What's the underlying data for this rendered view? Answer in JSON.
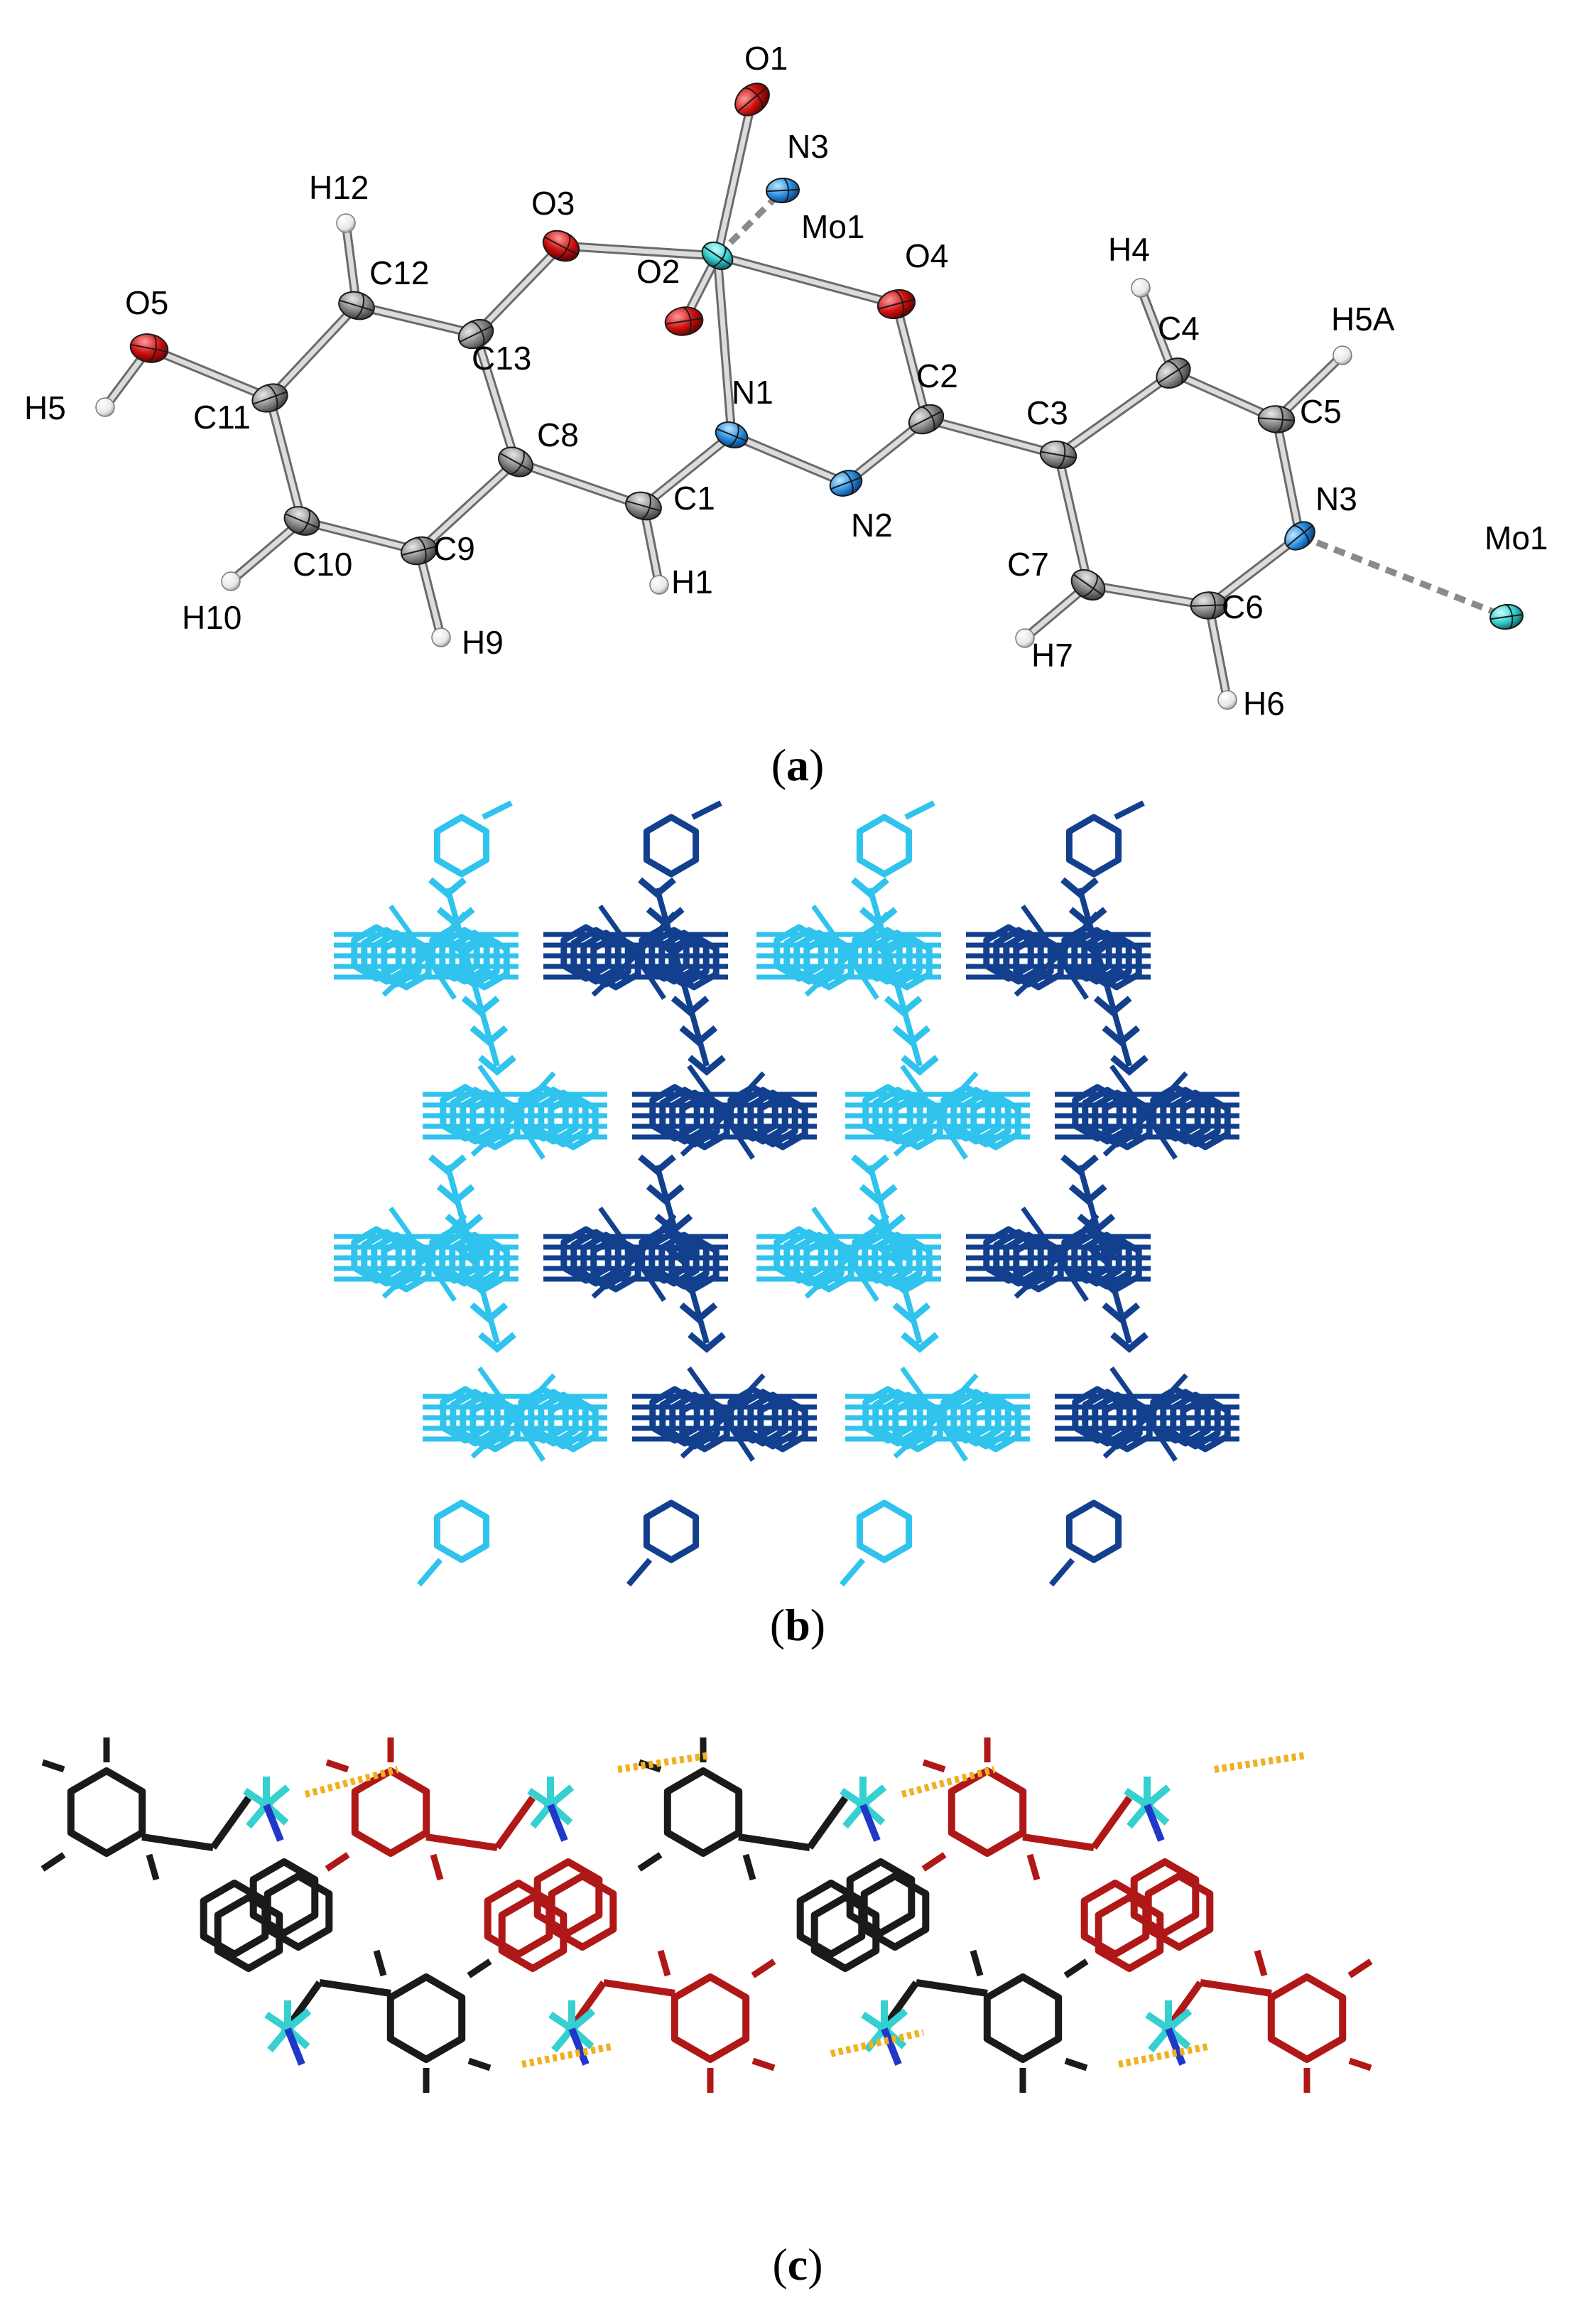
{
  "colors": {
    "carbon": "#8c8c8c",
    "oxygen": "#d01010",
    "nitrogen": "#2a8fe0",
    "molybdenum": "#35d0d0",
    "hydrogen": "#f4f4f4",
    "bond": "#a8a8a8",
    "layer_light": "#2fc3ee",
    "layer_dark": "#12408e",
    "chain_black": "#1a1a1a",
    "chain_red": "#b01818",
    "hbond": "#f0b020"
  },
  "panels": [
    {
      "id": "a",
      "caption": "a"
    },
    {
      "id": "b",
      "caption": "b"
    },
    {
      "id": "c",
      "caption": "c"
    }
  ],
  "panel_a": {
    "atoms": [
      {
        "id": "O1",
        "label": "O1",
        "element": "O"
      },
      {
        "id": "N3a",
        "label": "N3",
        "element": "N"
      },
      {
        "id": "Mo1",
        "label": "Mo1",
        "element": "Mo"
      },
      {
        "id": "O2",
        "label": "O2",
        "element": "O"
      },
      {
        "id": "O3",
        "label": "O3",
        "element": "O"
      },
      {
        "id": "O4",
        "label": "O4",
        "element": "O"
      },
      {
        "id": "N1",
        "label": "N1",
        "element": "N"
      },
      {
        "id": "N2",
        "label": "N2",
        "element": "N"
      },
      {
        "id": "C1",
        "label": "C1",
        "element": "C"
      },
      {
        "id": "C2",
        "label": "C2",
        "element": "C"
      },
      {
        "id": "C3",
        "label": "C3",
        "element": "C"
      },
      {
        "id": "C4",
        "label": "C4",
        "element": "C"
      },
      {
        "id": "C5",
        "label": "C5",
        "element": "C"
      },
      {
        "id": "N3",
        "label": "N3",
        "element": "N"
      },
      {
        "id": "C6",
        "label": "C6",
        "element": "C"
      },
      {
        "id": "C7",
        "label": "C7",
        "element": "C"
      },
      {
        "id": "Mo1b",
        "label": "Mo1",
        "element": "Mo"
      },
      {
        "id": "C8",
        "label": "C8",
        "element": "C"
      },
      {
        "id": "C9",
        "label": "C9",
        "element": "C"
      },
      {
        "id": "C10",
        "label": "C10",
        "element": "C"
      },
      {
        "id": "C11",
        "label": "C11",
        "element": "C"
      },
      {
        "id": "C12",
        "label": "C12",
        "element": "C"
      },
      {
        "id": "C13",
        "label": "C13",
        "element": "C"
      },
      {
        "id": "O5",
        "label": "O5",
        "element": "O"
      },
      {
        "id": "H5",
        "label": "H5",
        "element": "H"
      },
      {
        "id": "H12",
        "label": "H12",
        "element": "H"
      },
      {
        "id": "H10",
        "label": "H10",
        "element": "H"
      },
      {
        "id": "H9",
        "label": "H9",
        "element": "H"
      },
      {
        "id": "H1",
        "label": "H1",
        "element": "H"
      },
      {
        "id": "H4",
        "label": "H4",
        "element": "H"
      },
      {
        "id": "H5A",
        "label": "H5A",
        "element": "H"
      },
      {
        "id": "H7",
        "label": "H7",
        "element": "H"
      },
      {
        "id": "H6",
        "label": "H6",
        "element": "H"
      }
    ]
  }
}
